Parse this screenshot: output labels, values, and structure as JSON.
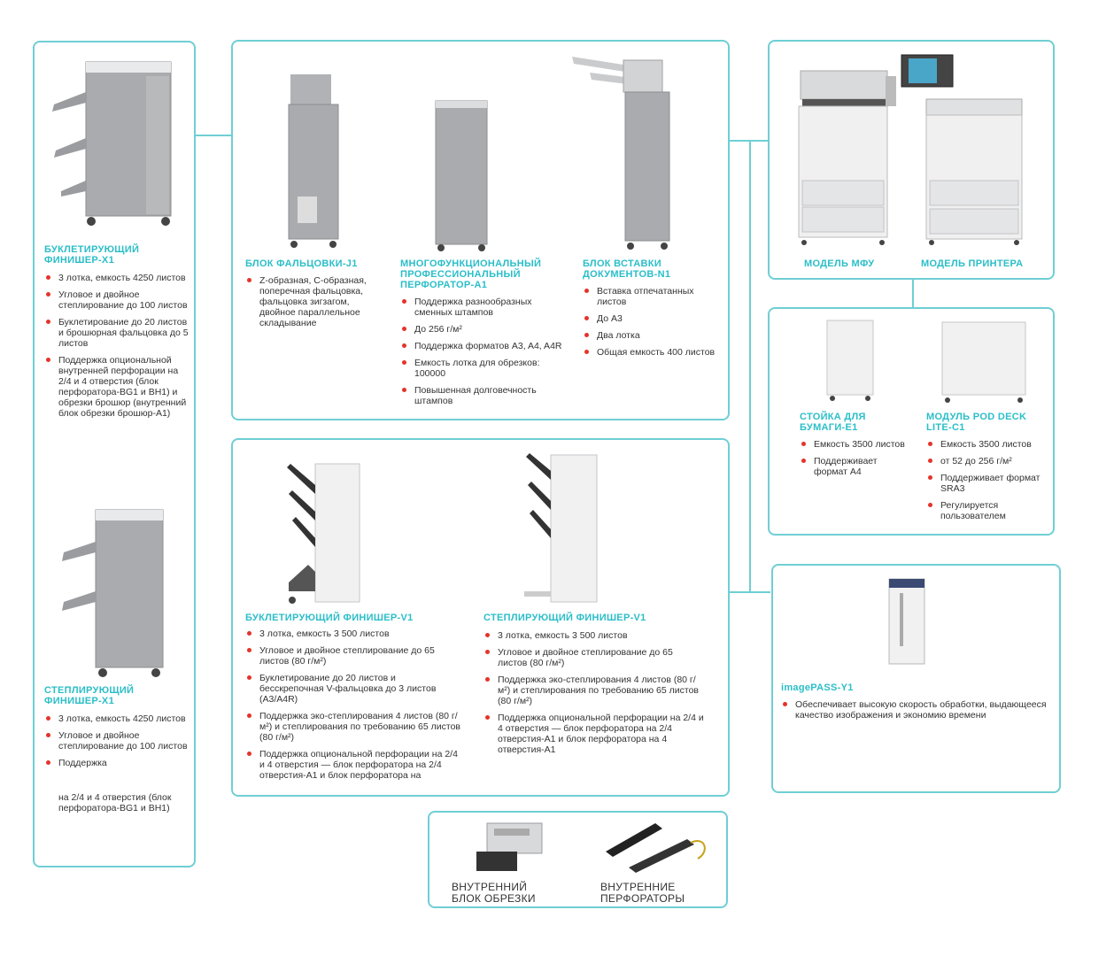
{
  "booklet_x1": {
    "title": "БУКЛЕТИРУЮЩИЙ ФИНИШЕР-X1",
    "features": [
      "3 лотка, емкость 4250 листов",
      "Угловое и двойное степлирование до 100 листов",
      "Буклетирование до 20 листов и брошюрная фальцовка до 5 листов",
      "Поддержка опциональной внутренней перфорации на 2/4 и 4 отверстия (блок перфоратора-BG1 и BH1) и обрезки брошюр (внутренний блок обрезки брошюр-A1)"
    ]
  },
  "staple_x1": {
    "title": "СТЕПЛИРУЮЩИЙ ФИНИШЕР-X1",
    "features": [
      "3 лотка, емкость 4250 листов",
      "Угловое и двойное степлирование до 100 листов",
      "Поддержка"
    ],
    "tail": "на 2/4 и 4 отверстия (блок перфоратора-BG1 и BH1)"
  },
  "fold_j1": {
    "title": "БЛОК ФАЛЬЦОВКИ-J1",
    "features": [
      "Z-образная, C-образная, поперечная фальцовка, фальцовка зигзагом, двойное параллельное складывание"
    ]
  },
  "puncher_a1": {
    "title": "МНОГОФУНКЦИОНАЛЬНЫЙ ПРОФЕССИОНАЛЬНЫЙ ПЕРФОРАТОР-A1",
    "features": [
      "Поддержка разнообразных сменных штампов",
      "До 256 г/м²",
      "Поддержка форматов A3, A4, A4R",
      "Емкость лотка для обрезков: 100000",
      "Повышенная долговечность штампов"
    ]
  },
  "inserter_n1": {
    "title": "БЛОК ВСТАВКИ ДОКУМЕНТОВ-N1",
    "features": [
      "Вставка отпечатанных листов",
      "До A3",
      "Два лотка",
      "Общая емкость 400 листов"
    ]
  },
  "models": {
    "mfp": "МОДЕЛЬ МФУ",
    "printer": "МОДЕЛЬ ПРИНТЕРА"
  },
  "stand_e1": {
    "title": "СТОЙКА ДЛЯ БУМАГИ-E1",
    "features": [
      "Емкость 3500 листов",
      "Поддерживает формат A4"
    ]
  },
  "pod_c1": {
    "title": "МОДУЛЬ POD DECK LITE-C1",
    "features": [
      "Емкость 3500 листов",
      "от 52 до 256 г/м²",
      "Поддерживает формат SRA3",
      "Регулируется пользователем"
    ]
  },
  "booklet_v1": {
    "title": "БУКЛЕТИРУЮЩИЙ ФИНИШЕР-V1",
    "features": [
      "3 лотка, емкость 3 500 листов",
      "Угловое и двойное степлирование до 65 листов (80 г/м²)",
      "Буклетирование до 20 листов и бесскрепочная V-фальцовка до 3 листов (A3/A4R)",
      "Поддержка эко-степлирования 4 листов (80 г/м²) и степлирования по требованию 65 листов (80 г/м²)",
      "Поддержка опциональной перфорации на 2/4 и 4 отверстия — блок перфоратора на 2/4 отверстия-A1 и блок перфоратора на"
    ]
  },
  "staple_v1": {
    "title": "СТЕПЛИРУЮЩИЙ ФИНИШЕР-V1",
    "features": [
      "3 лотка, емкость 3 500 листов",
      "Угловое и двойное степлирование до 65 листов (80 г/м²)",
      "Поддержка эко-степлирования 4 листов (80 г/м²) и степлирования по требованию 65 листов (80 г/м²)",
      "Поддержка опциональной перфорации на 2/4 и 4 отверстия — блок перфоратора на 2/4 отверстия-A1 и блок перфоратора на 4 отверстия-A1"
    ]
  },
  "imagepass": {
    "title": "imagePASS-Y1",
    "features": [
      "Обеспечивает высокую скорость обработки, выдающееся качество изображения и экономию времени"
    ]
  },
  "internal": {
    "trimmer": "ВНУТРЕННИЙ БЛОК ОБРЕЗКИ",
    "punchers": "ВНУТРЕННИЕ ПЕРФОРАТОРЫ"
  },
  "colors": {
    "accent": "#2bbec8",
    "border": "#6fcfd4",
    "bullet": "#e5332a"
  }
}
